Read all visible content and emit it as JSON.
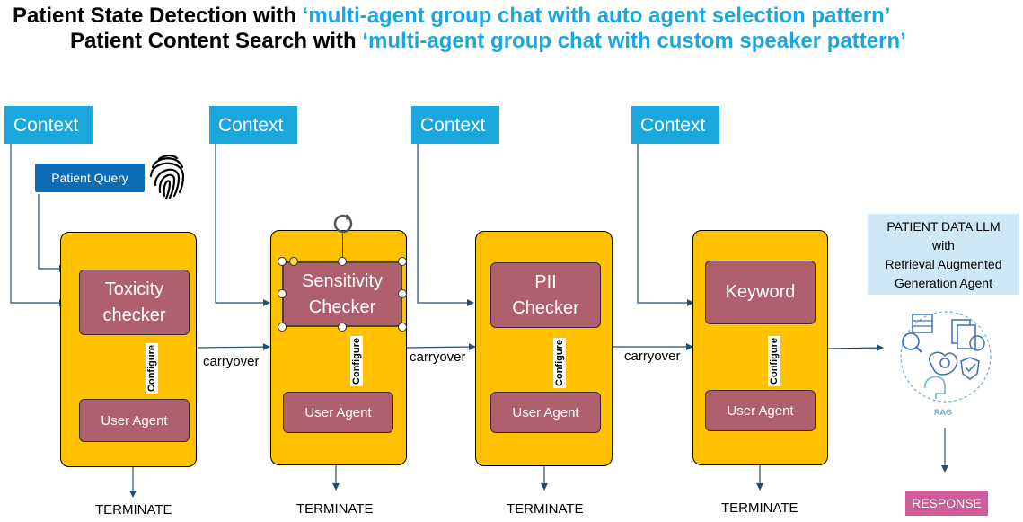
{
  "titles": {
    "line1_prefix": "Patient State Detection with ",
    "line1_highlight": "‘multi-agent group chat with auto agent selection pattern’",
    "line2_prefix": "Patient Content Search with ",
    "line2_highlight": "‘multi-agent group chat with custom speaker pattern’"
  },
  "context_label": "Context",
  "patient_query": "Patient Query",
  "stages": [
    {
      "main": [
        "Toxicity",
        "checker"
      ],
      "user_agent": "User Agent",
      "configure": "Configure",
      "terminate": "TERMINATE"
    },
    {
      "main": [
        "Sensitivity",
        "Checker"
      ],
      "user_agent": "User Agent",
      "configure": "Configure",
      "terminate": "TERMINATE"
    },
    {
      "main": [
        "PII",
        "Checker"
      ],
      "user_agent": "User Agent",
      "configure": "Configure",
      "terminate": "TERMINATE"
    },
    {
      "main": [
        "Keyword"
      ],
      "user_agent": "User Agent",
      "configure": "Configure",
      "terminate": "TERMINATE"
    }
  ],
  "carryover": "carryover",
  "rag": {
    "lines": [
      "PATIENT DATA  LLM",
      "with",
      "Retrieval Augmented",
      "Generation Agent"
    ],
    "icon_label": "RAG",
    "response": "RESPONSE"
  },
  "colors": {
    "context": "#1aa7de",
    "stage": "#ffc000",
    "agent": "#b05f6d",
    "query": "#0b6cb7",
    "rag_box": "#cfe8f7",
    "response": "#cc5c9a",
    "arrow": "#1f4e79"
  }
}
